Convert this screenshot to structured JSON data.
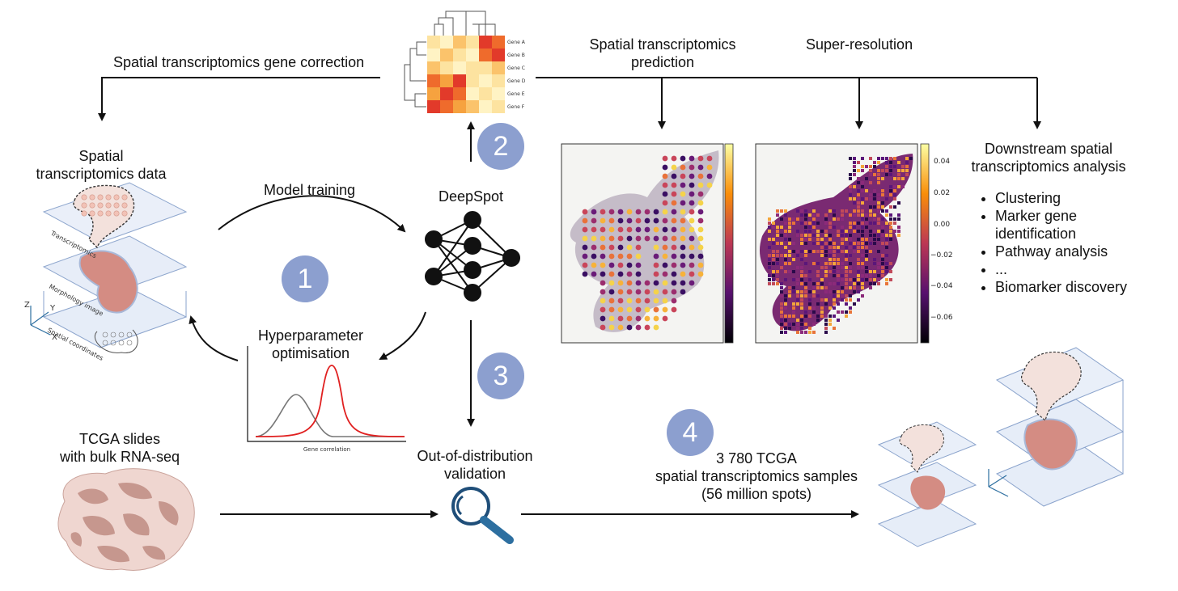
{
  "labels": {
    "gene_correction": "Spatial transcriptomics gene correction",
    "st_prediction": "Spatial transcriptomics\nprediction",
    "super_resolution": "Super-resolution",
    "st_data": "Spatial\ntranscriptomics data",
    "model_training": "Model training",
    "deepspot": "DeepSpot",
    "hyperparameter": "Hyperparameter\noptimisation",
    "tcga": "TCGA slides\nwith bulk RNA-seq",
    "ood": "Out-of-distribution\nvalidation",
    "tcga_samples": "3 780 TCGA\nspatial transcriptomics samples\n(56 million spots)",
    "downstream": "Downstream spatial\ntranscriptomics analysis",
    "gene_correlation": "Gene correlation",
    "layer_transcriptomics": "Transcriptomics",
    "layer_morphology": "Morphology\nimage",
    "layer_spatial": "Spatial\ncoordinates",
    "axis_z": "Z",
    "axis_y": "Y",
    "axis_x": "X"
  },
  "steps": [
    "1",
    "2",
    "3",
    "4"
  ],
  "downstream_items": [
    "Clustering",
    "Marker gene\nidentification",
    "Pathway analysis",
    "...",
    "Biomarker discovery"
  ],
  "heatmap_genes": [
    "Gene A",
    "Gene B",
    "Gene C",
    "Gene D",
    "Gene E",
    "Gene F"
  ],
  "colorbar_ticks": [
    "0.04",
    "0.02",
    "0.00",
    "−0.02",
    "−0.04",
    "−0.06"
  ],
  "colors": {
    "badge": "#8c9fcf",
    "tissue": "#d9958c",
    "layer": "#dfe8f5",
    "curve_red": "#e02020",
    "curve_gray": "#777777",
    "magnifier": "#2d6fa0"
  }
}
